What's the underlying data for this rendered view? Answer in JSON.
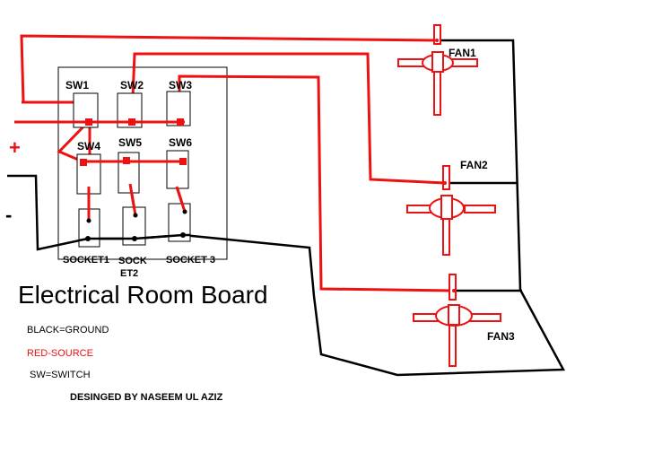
{
  "title": "Electrical Room Board",
  "switches": [
    "SW1",
    "SW2",
    "SW3",
    "SW4",
    "SW5",
    "SW6"
  ],
  "sockets": [
    "SOCKET1",
    "SOCK",
    "ET2",
    "SOCKET 3"
  ],
  "fans": [
    "FAN1",
    "FAN2",
    "FAN3"
  ],
  "supply": {
    "plus": "+",
    "minus": "-"
  },
  "legend": {
    "black": "BLACK=GROUND",
    "red": "RED-SOURCE",
    "sw": "SW=SWITCH"
  },
  "credit": "DESINGED BY NASEEM UL AZIZ",
  "colors": {
    "source": "#ee1111",
    "ground": "#000000",
    "background": "#ffffff"
  }
}
